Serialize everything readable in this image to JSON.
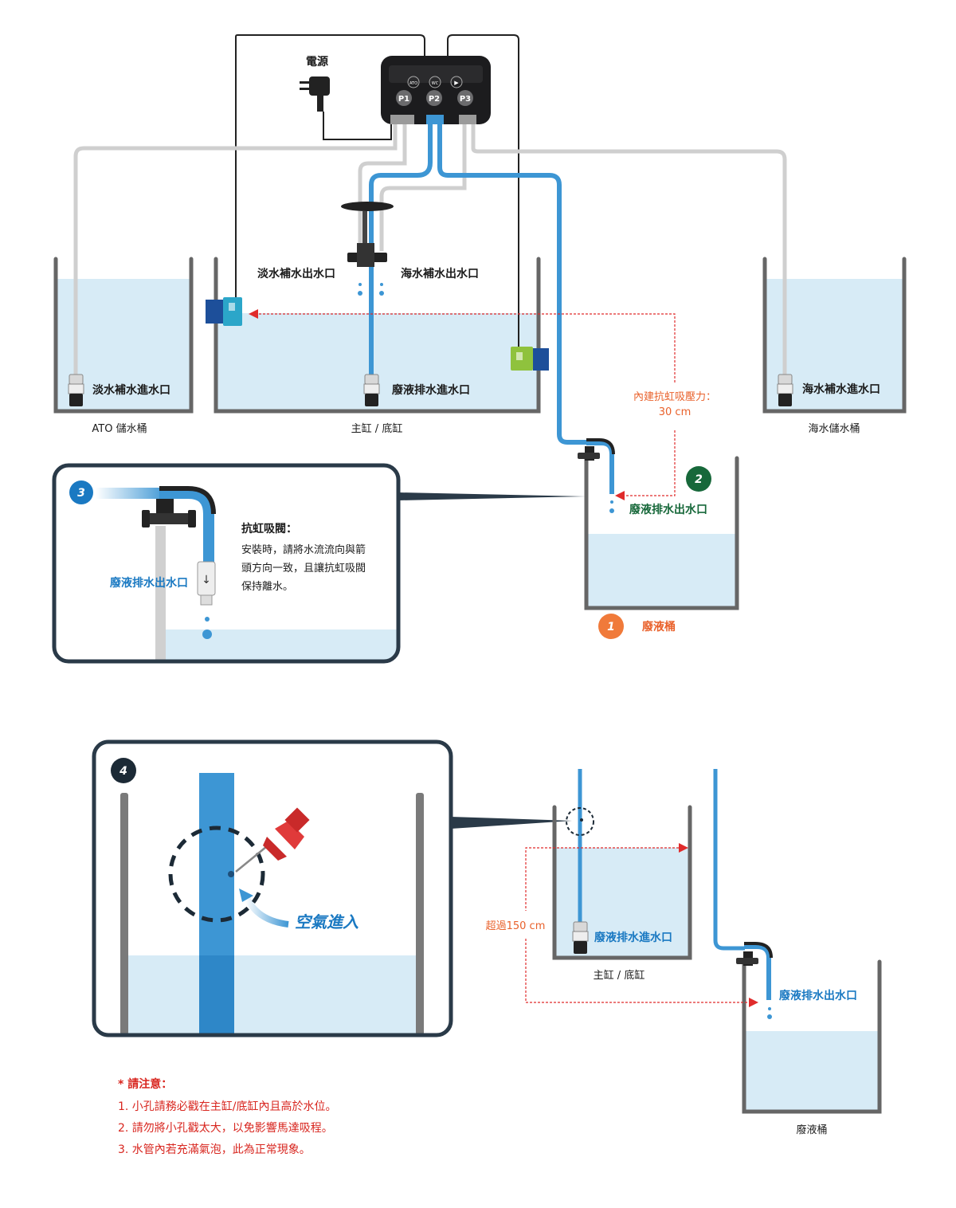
{
  "labels": {
    "power": "電源",
    "fresh_outlet": "淡水補水出水口",
    "salt_outlet": "海水補水出水口",
    "fresh_inlet": "淡水補水進水口",
    "waste_inlet": "廢液排水進水口",
    "salt_inlet": "海水補水進水口",
    "ato_tank": "ATO 儲水桶",
    "main_tank": "主缸 / 底缸",
    "salt_tank": "海水儲水桶",
    "siphon_pressure_1": "內建抗虹吸壓力：",
    "siphon_pressure_2": "30 cm",
    "waste_outlet": "廢液排水出水口",
    "waste_bucket": "廢液桶",
    "main_tank_2": "主缸 / 底缸",
    "waste_inlet_2": "廢液排水進水口",
    "waste_outlet_2": "廢液排水出水口",
    "waste_bucket_2": "廢液桶",
    "over_150": "超過150 cm",
    "air_in": "空氣進入"
  },
  "device": {
    "ports": [
      "P1",
      "P2",
      "P3"
    ],
    "buttons": [
      "ATO",
      "WC",
      "▶"
    ]
  },
  "callout3": {
    "num": "3",
    "outlet": "廢液排水出水口",
    "title": "抗虹吸閥：",
    "lines": [
      "安裝時，請將水流流向與箭",
      "頭方向一致，且讓抗虹吸閥",
      "保持離水。"
    ]
  },
  "markers": {
    "one": "1",
    "two": "2",
    "four": "4"
  },
  "notes": {
    "title": "* 請注意：",
    "items": [
      "1. 小孔請務必戳在主缸/底缸內且高於水位。",
      "2. 請勿將小孔戳太大，以免影響馬達吸程。",
      "3. 水管內若充滿氣泡，此為正常現象。"
    ]
  },
  "colors": {
    "tube_blue": "#3d96d4",
    "tube_gray": "#cfcfcf",
    "water": "#d7ebf6",
    "tank": "#666666",
    "red_dash": "#e02b2b",
    "orange": "#f07a3a",
    "green": "#17683a",
    "callout_blue": "#1a79c2",
    "frame": "#2a3a48"
  }
}
